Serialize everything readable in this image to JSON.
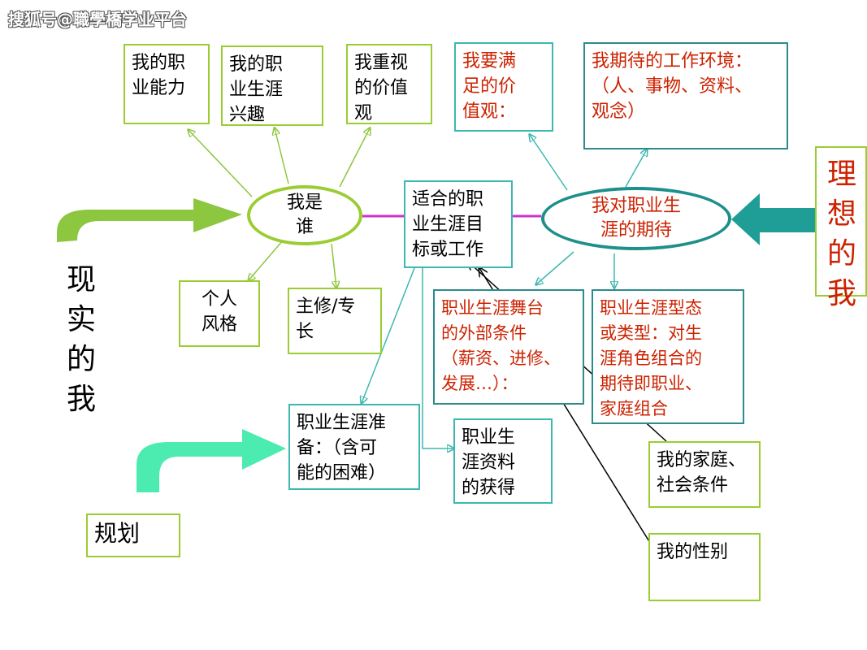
{
  "watermark": "搜狐号@職學橋学业平台",
  "labels": {
    "real_me": "现\n实\n的\n我",
    "ideal_me": "理\n想\n的\n我",
    "planning": "规划"
  },
  "nodes": {
    "who_am_i": "我是\n谁",
    "career_expectation": "我对职业生\n涯的期待",
    "suitable_goal": "适合的职\n业生涯目\n标或工作",
    "my_ability": "我的职\n业能力",
    "my_interest": "我的职\n业生涯\n兴趣",
    "my_values": "我重视\n的价值\n观",
    "values_to_satisfy": "我要满\n足的价\n值观：",
    "work_environment": "我期待的工作环境：\n（人、事物、资料、\n观念）",
    "personality": "个人\n风格",
    "major": "主修/专\n长",
    "external_conditions": "职业生涯舞台\n的外部条件\n（薪资、进修、\n发展…）：",
    "career_type": "职业生涯型态\n或类型：对生\n涯角色组合的\n期待即职业、\n家庭组合",
    "career_preparation": "职业生涯准\n备：（含可\n能的困难）",
    "career_info": "职业生\n涯资料\n的获得",
    "family_social": "我的家庭、\n社会条件",
    "gender": "我的性别"
  },
  "colors": {
    "green_border": "#9ACD32",
    "teal_border": "#3CB8B0",
    "dark_teal_border": "#2E8B8B",
    "red_text": "#CC2200",
    "magenta_line": "#CC33CC",
    "green_arrow": "#8DC63F",
    "mint_arrow": "#4CEBB0",
    "teal_arrow": "#1E9E96"
  }
}
